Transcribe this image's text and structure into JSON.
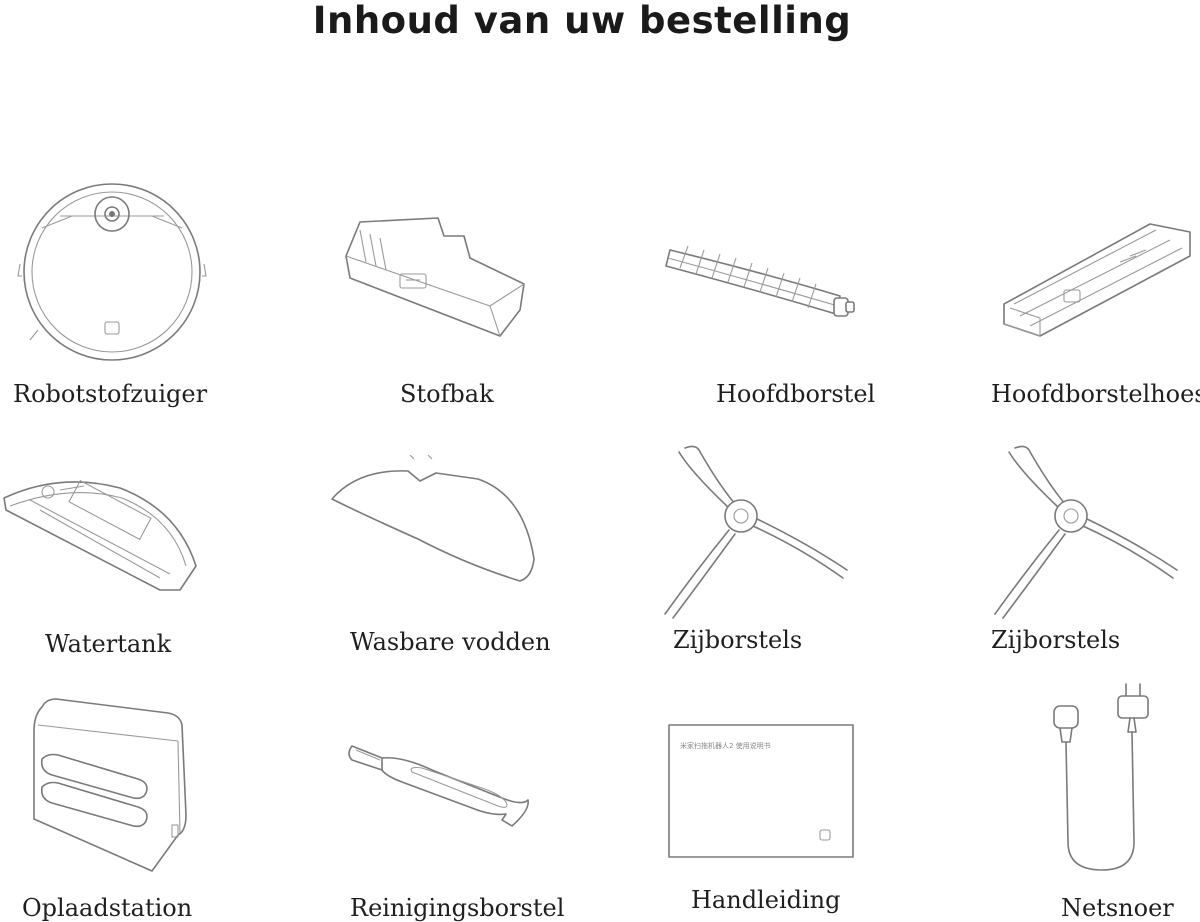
{
  "title": "Inhoud van uw bestelling",
  "items": [
    {
      "label": "Robotstofzuiger",
      "icon": "robot-vacuum-icon"
    },
    {
      "label": "Stofbak",
      "icon": "dustbin-icon"
    },
    {
      "label": "Hoofdborstel",
      "icon": "main-brush-icon"
    },
    {
      "label": "Hoofdborstelhoes",
      "icon": "main-brush-cover-icon"
    },
    {
      "label": "Watertank",
      "icon": "water-tank-icon"
    },
    {
      "label": "Wasbare vodden",
      "icon": "mop-pad-icon"
    },
    {
      "label": "Zijborstels",
      "icon": "side-brush-icon"
    },
    {
      "label": "Zijborstels",
      "icon": "side-brush-icon"
    },
    {
      "label": "Oplaadstation",
      "icon": "charging-dock-icon"
    },
    {
      "label": "Reinigingsborstel",
      "icon": "cleaning-tool-icon"
    },
    {
      "label": "Handleiding",
      "icon": "manual-icon"
    },
    {
      "label": "Netsnoer",
      "icon": "power-cord-icon"
    }
  ],
  "manual_text": "米家扫拖机器人2 使用说明书"
}
